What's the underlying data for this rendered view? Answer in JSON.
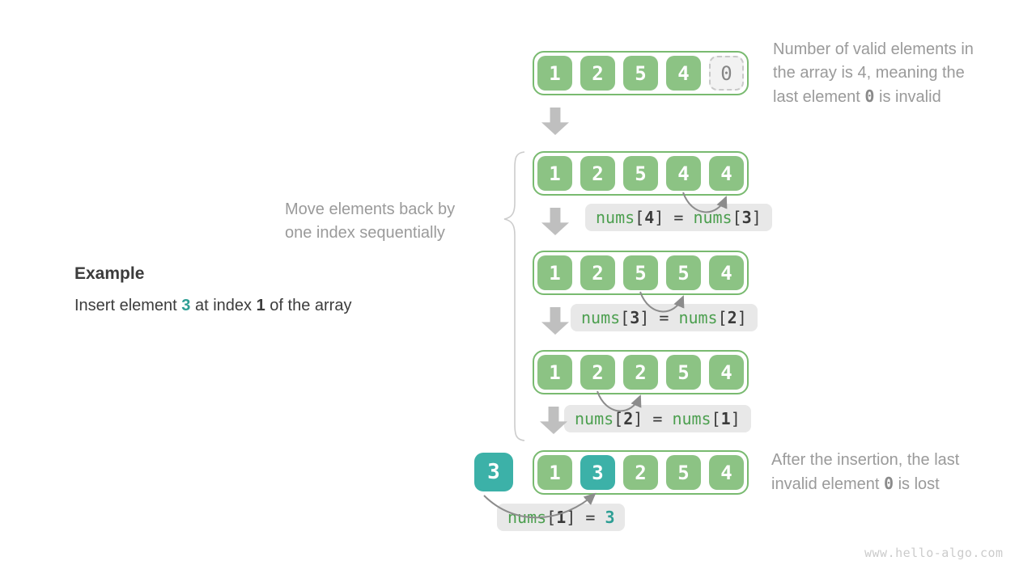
{
  "example": {
    "heading": "Example",
    "subtitle": [
      {
        "t": "Insert element ",
        "c": "dark"
      },
      {
        "t": "3",
        "c": "tealb"
      },
      {
        "t": " at index ",
        "c": "dark"
      },
      {
        "t": "1",
        "c": "darkb"
      },
      {
        "t": " of the array",
        "c": "dark"
      }
    ]
  },
  "brace_label": [
    "Move elements back by",
    "one index sequentially"
  ],
  "notes": {
    "top": [
      [
        {
          "t": "Number of valid elements in",
          "c": "gray"
        }
      ],
      [
        {
          "t": "the array is 4, meaning the",
          "c": "gray"
        }
      ],
      [
        {
          "t": "last element ",
          "c": "gray"
        },
        {
          "t": "0",
          "c": "graymono"
        },
        {
          "t": " is invalid",
          "c": "gray"
        }
      ]
    ],
    "bottom": [
      [
        {
          "t": "After the insertion, the last",
          "c": "gray"
        }
      ],
      [
        {
          "t": "invalid element ",
          "c": "gray"
        },
        {
          "t": "0",
          "c": "graymono"
        },
        {
          "t": " is lost",
          "c": "gray"
        }
      ]
    ]
  },
  "steps": [
    {
      "cells": [
        {
          "v": "1",
          "s": "green"
        },
        {
          "v": "2",
          "s": "green"
        },
        {
          "v": "5",
          "s": "green"
        },
        {
          "v": "4",
          "s": "green"
        },
        {
          "v": "0",
          "s": "dashed"
        }
      ]
    },
    {
      "cells": [
        {
          "v": "1",
          "s": "green"
        },
        {
          "v": "2",
          "s": "green"
        },
        {
          "v": "5",
          "s": "green"
        },
        {
          "v": "4",
          "s": "green"
        },
        {
          "v": "4",
          "s": "green"
        }
      ]
    },
    {
      "cells": [
        {
          "v": "1",
          "s": "green"
        },
        {
          "v": "2",
          "s": "green"
        },
        {
          "v": "5",
          "s": "green"
        },
        {
          "v": "5",
          "s": "green"
        },
        {
          "v": "4",
          "s": "green"
        }
      ]
    },
    {
      "cells": [
        {
          "v": "1",
          "s": "green"
        },
        {
          "v": "2",
          "s": "green"
        },
        {
          "v": "2",
          "s": "green"
        },
        {
          "v": "5",
          "s": "green"
        },
        {
          "v": "4",
          "s": "green"
        }
      ]
    },
    {
      "insert": "3",
      "cells": [
        {
          "v": "1",
          "s": "green"
        },
        {
          "v": "3",
          "s": "teal"
        },
        {
          "v": "2",
          "s": "green"
        },
        {
          "v": "5",
          "s": "green"
        },
        {
          "v": "4",
          "s": "green"
        }
      ]
    }
  ],
  "code_labels": [
    [
      {
        "t": "nums",
        "c": "g"
      },
      {
        "t": "[",
        "c": "d"
      },
      {
        "t": "4",
        "c": "b"
      },
      {
        "t": "]",
        "c": "d"
      },
      {
        "t": " = ",
        "c": "d"
      },
      {
        "t": "nums",
        "c": "g"
      },
      {
        "t": "[",
        "c": "d"
      },
      {
        "t": "3",
        "c": "b"
      },
      {
        "t": "]",
        "c": "d"
      }
    ],
    [
      {
        "t": "nums",
        "c": "g"
      },
      {
        "t": "[",
        "c": "d"
      },
      {
        "t": "3",
        "c": "b"
      },
      {
        "t": "]",
        "c": "d"
      },
      {
        "t": " = ",
        "c": "d"
      },
      {
        "t": "nums",
        "c": "g"
      },
      {
        "t": "[",
        "c": "d"
      },
      {
        "t": "2",
        "c": "b"
      },
      {
        "t": "]",
        "c": "d"
      }
    ],
    [
      {
        "t": "nums",
        "c": "g"
      },
      {
        "t": "[",
        "c": "d"
      },
      {
        "t": "2",
        "c": "b"
      },
      {
        "t": "]",
        "c": "d"
      },
      {
        "t": " = ",
        "c": "d"
      },
      {
        "t": "nums",
        "c": "g"
      },
      {
        "t": "[",
        "c": "d"
      },
      {
        "t": "1",
        "c": "b"
      },
      {
        "t": "]",
        "c": "d"
      }
    ],
    [
      {
        "t": "nums",
        "c": "g"
      },
      {
        "t": "[",
        "c": "d"
      },
      {
        "t": "1",
        "c": "b"
      },
      {
        "t": "]",
        "c": "d"
      },
      {
        "t": " = ",
        "c": "d"
      },
      {
        "t": "3",
        "c": "t"
      }
    ]
  ],
  "watermark": "www.hello-algo.com",
  "colors": {
    "cell_green": "#8cc384",
    "cell_border_green": "#79ba70",
    "cell_teal": "#3cb1a8",
    "code_green": "#4c9f4f",
    "code_teal": "#2d9e94",
    "label_bg": "#e8e8e8",
    "gray_text": "#9a9a9a",
    "arrow_gray": "#bfbfbf"
  }
}
